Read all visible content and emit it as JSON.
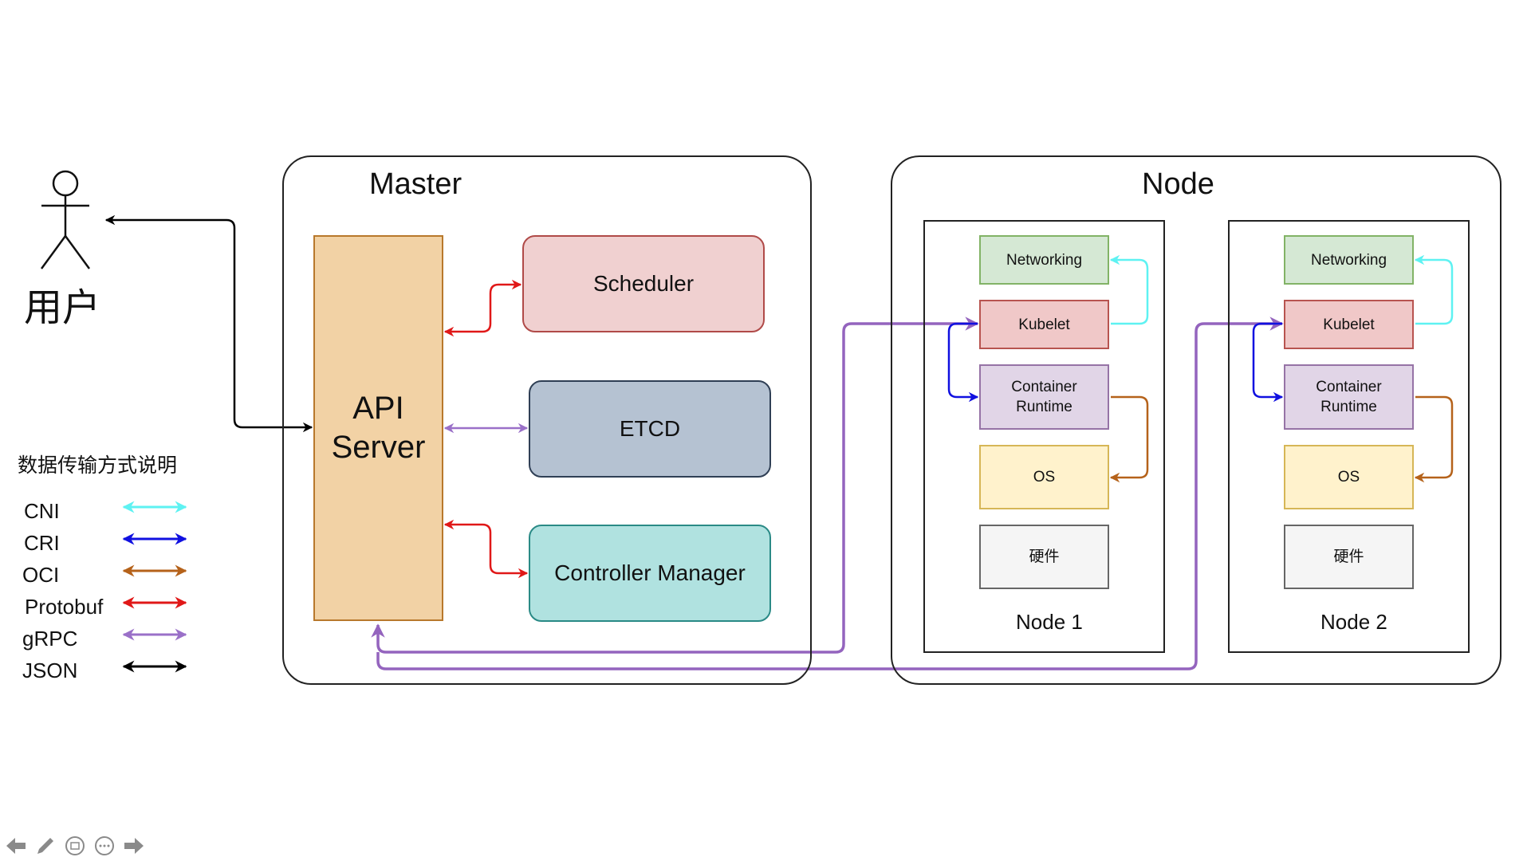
{
  "user": {
    "label": "用户"
  },
  "master": {
    "title": "Master",
    "api_server": {
      "line1": "API",
      "line2": "Server"
    },
    "scheduler": "Scheduler",
    "etcd": "ETCD",
    "controller_manager": "Controller Manager"
  },
  "node": {
    "title": "Node",
    "nodes": [
      {
        "label": "Node 1",
        "networking": "Networking",
        "kubelet": "Kubelet",
        "runtime_line1": "Container",
        "runtime_line2": "Runtime",
        "os": "OS",
        "hardware": "硬件"
      },
      {
        "label": "Node 2",
        "networking": "Networking",
        "kubelet": "Kubelet",
        "runtime_line1": "Container",
        "runtime_line2": "Runtime",
        "os": "OS",
        "hardware": "硬件"
      }
    ]
  },
  "legend": {
    "title": "数据传输方式说明",
    "items": [
      {
        "name": "CNI",
        "color": "#5ef2f2"
      },
      {
        "name": "CRI",
        "color": "#1010e0"
      },
      {
        "name": "OCI",
        "color": "#b5621a"
      },
      {
        "name": "Protobuf",
        "color": "#e01818"
      },
      {
        "name": "gRPC",
        "color": "#9a70c8"
      },
      {
        "name": "JSON",
        "color": "#000000"
      }
    ]
  },
  "connection_colors": {
    "cni": "#5ef2f2",
    "cri": "#1010e0",
    "oci": "#b5621a",
    "protobuf": "#e01818",
    "grpc": "#9a70c8",
    "grpc_node": "#9464be",
    "json": "#000000"
  },
  "toolbar": {
    "icons": [
      "arrow-left-icon",
      "pencil-icon",
      "slide-view-icon",
      "more-icon",
      "arrow-right-icon"
    ]
  }
}
